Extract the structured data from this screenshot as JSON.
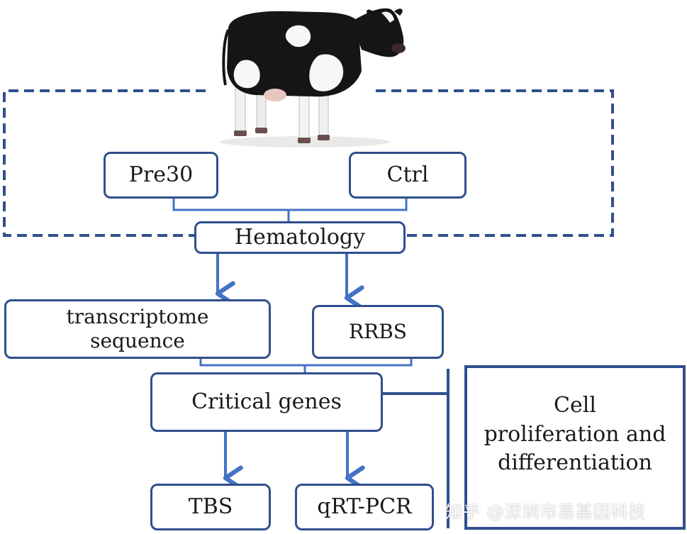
{
  "diagram": {
    "nodes": {
      "pre30": "Pre30",
      "ctrl": "Ctrl",
      "hematology": "Hematology",
      "transcriptome": "transcriptome\nsequence",
      "rrbs": "RRBS",
      "critical_genes": "Critical genes",
      "tbs": "TBS",
      "qrt_pcr": "qRT-PCR"
    },
    "side_panel": "Cell\nproliferation and\ndifferentiation",
    "watermark": "知乎 @深圳市易基因科技"
  },
  "colors": {
    "box_border": "#2f4f8e",
    "arrow": "#4472c4",
    "dashed_frame": "#2f4f8e"
  },
  "icons": [
    "cow-image"
  ]
}
